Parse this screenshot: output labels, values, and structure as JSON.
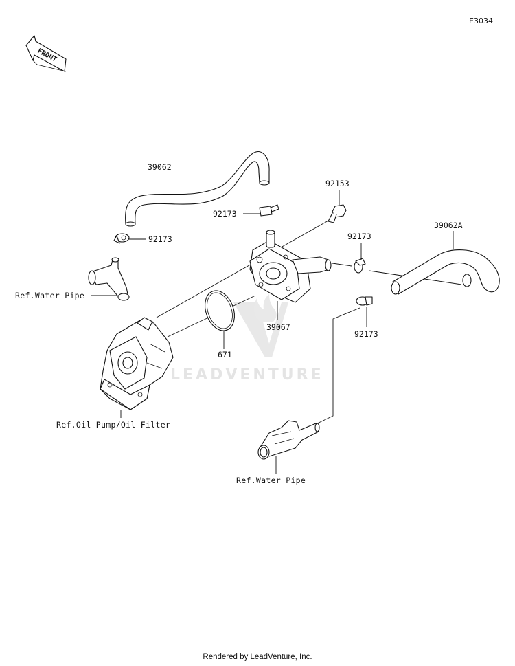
{
  "diagram_code": "E3034",
  "front_label": "FRONT",
  "watermark": "LEADVENTURE",
  "footer": "Rendered by LeadVenture, Inc.",
  "parts": [
    {
      "id": "hose-39062",
      "number": "39062"
    },
    {
      "id": "clamp-92173-a",
      "number": "92173"
    },
    {
      "id": "clamp-92173-b",
      "number": "92173"
    },
    {
      "id": "bolt-92153",
      "number": "92153"
    },
    {
      "id": "clamp-92173-c",
      "number": "92173"
    },
    {
      "id": "hose-39062a",
      "number": "39062A"
    },
    {
      "id": "cooler-39067",
      "number": "39067"
    },
    {
      "id": "clamp-92173-d",
      "number": "92173"
    },
    {
      "id": "oring-671",
      "number": "671"
    }
  ],
  "references": [
    {
      "id": "ref-water-pipe-top",
      "text": "Ref.Water Pipe"
    },
    {
      "id": "ref-oil-pump",
      "text": "Ref.Oil Pump/Oil Filter"
    },
    {
      "id": "ref-water-pipe-bottom",
      "text": "Ref.Water Pipe"
    }
  ]
}
